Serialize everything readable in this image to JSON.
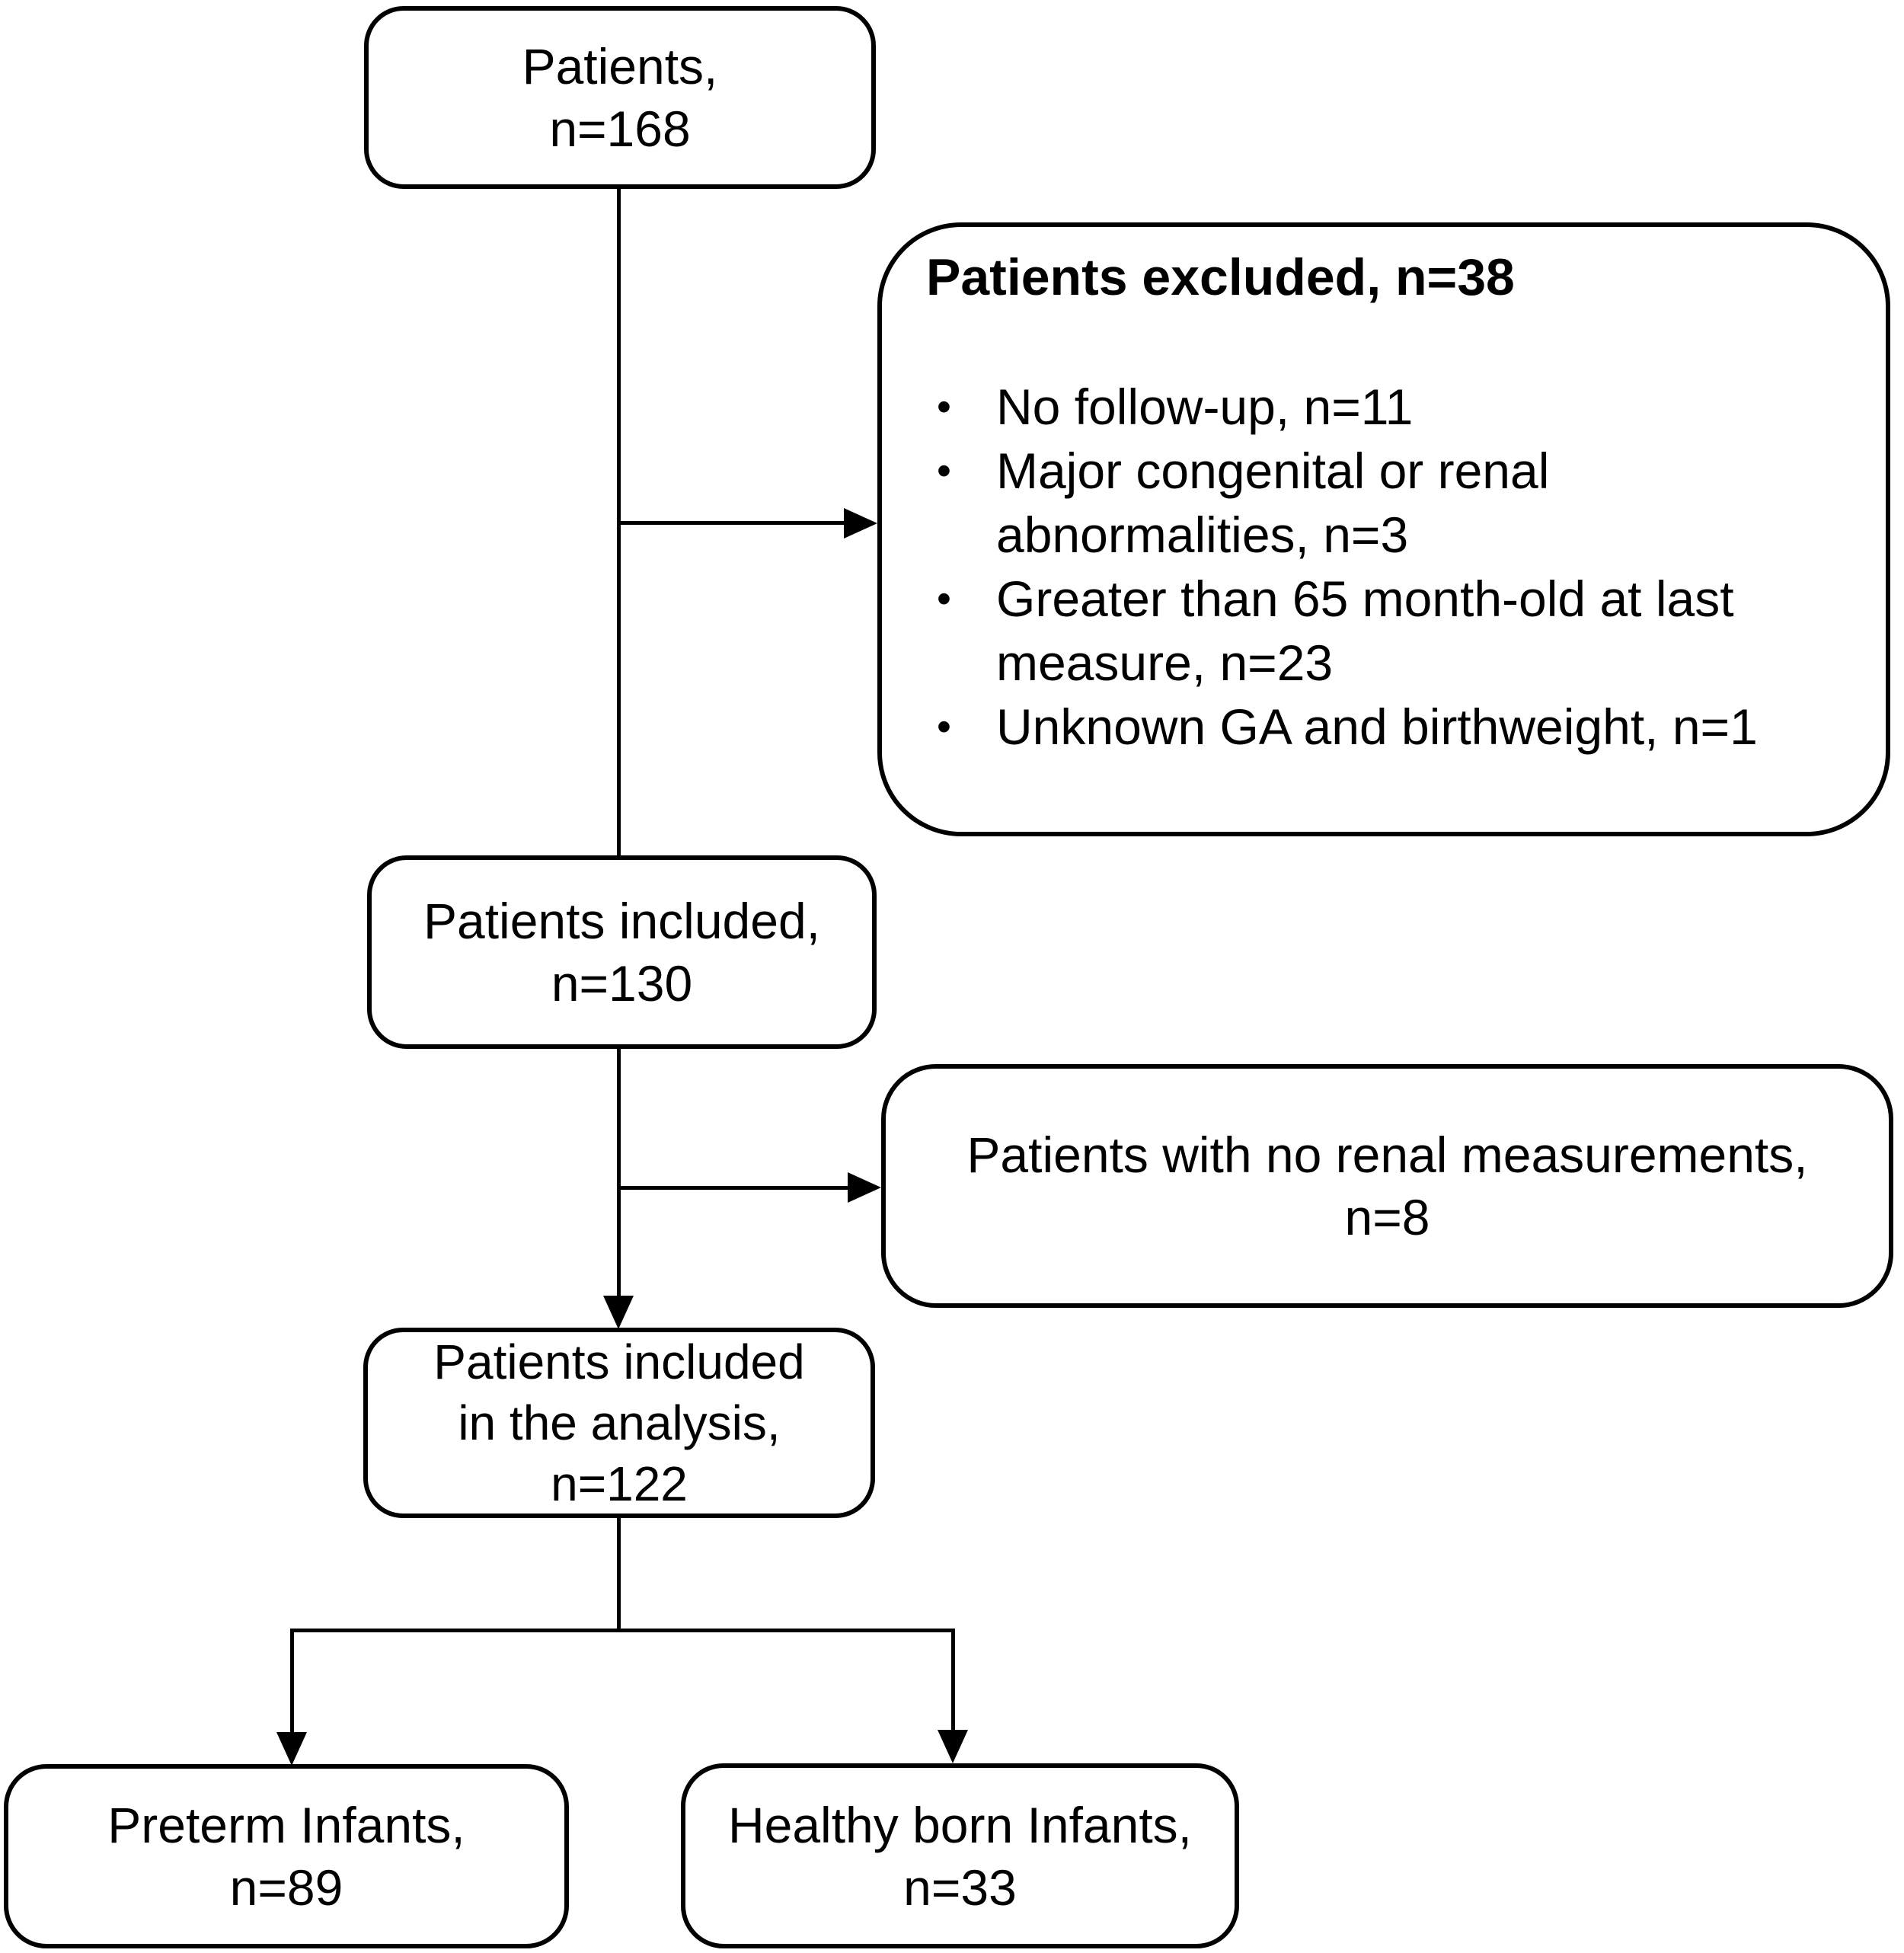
{
  "figure": {
    "background_color": "#ffffff",
    "line_color": "#000000",
    "type": "patient-flow-diagram"
  },
  "nodes": {
    "patients": {
      "lines": [
        "Patients,",
        "n=168"
      ]
    },
    "excluded": {
      "title": "Patients excluded, n=38",
      "bullet_glyph": "•",
      "bullets": [
        "No follow-up, n=11",
        "Major congenital or renal abnormalities, n=3",
        "Greater than 65 month-old at last measure, n=23",
        "Unknown GA and birthweight, n=1"
      ]
    },
    "included": {
      "lines": [
        "Patients included,",
        "n=130"
      ]
    },
    "no_renal": {
      "lines": [
        "Patients with no renal measurements,",
        "n=8"
      ]
    },
    "analysis": {
      "lines": [
        "Patients included",
        "in the analysis,",
        "n=122"
      ]
    },
    "preterm": {
      "lines": [
        "Preterm Infants,",
        "n=89"
      ]
    },
    "healthy": {
      "lines": [
        "Healthy born Infants,",
        "n=33"
      ]
    }
  },
  "edges": [
    {
      "from": "patients",
      "to": "included",
      "style": "line"
    },
    {
      "from": "patients",
      "to": "excluded",
      "style": "arrow"
    },
    {
      "from": "included",
      "to": "analysis",
      "style": "arrow"
    },
    {
      "from": "included",
      "to": "no_renal",
      "style": "arrow"
    },
    {
      "from": "analysis",
      "to": "preterm",
      "style": "arrow"
    },
    {
      "from": "analysis",
      "to": "healthy",
      "style": "arrow"
    }
  ]
}
